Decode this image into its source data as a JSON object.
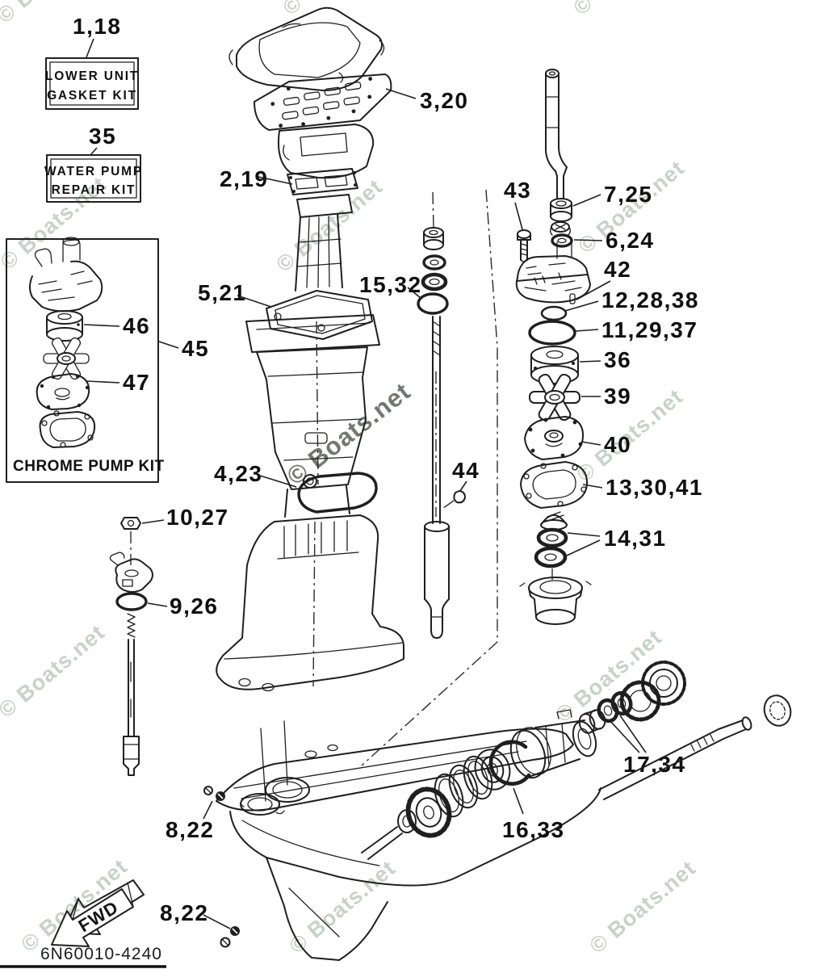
{
  "figure": {
    "drawing_number": "6N60010-4240",
    "watermark_text": "© Boats.net",
    "fwd_label": "FWD"
  },
  "kit_boxes": {
    "lower_unit_gasket_kit": {
      "callout": "1,18",
      "line1": "LOWER UNIT",
      "line2": "GASKET KIT"
    },
    "water_pump_repair_kit": {
      "callout": "35",
      "line1": "WATER PUMP",
      "line2": "REPAIR KIT"
    },
    "chrome_pump_kit": {
      "title": "CHROME PUMP KIT",
      "callout": "45",
      "insert_callout": "46",
      "diaphragm_callout": "47"
    }
  },
  "callouts": {
    "exhaust_gasket": "3,20",
    "manifold_gasket": "2,19",
    "upper_casing_gasket": "5,21",
    "driveshaft_oring": "15,32",
    "pump_bolt": "43",
    "tube_grommet": "7,25",
    "tube_seal": "6,24",
    "dowel_pin": "42",
    "small_oring": "12,28,38",
    "large_oring": "11,29,37",
    "insert_cartridge": "36",
    "impeller": "39",
    "pump_plate": "40",
    "pump_gasket": "13,30,41",
    "woodruff_key": "44",
    "oil_seals": "14,31",
    "mount_seal": "4,23",
    "shift_rod_nut": "10,27",
    "shift_rod_oring": "9,26",
    "prop_shaft_seals": "17,34",
    "carrier_oring": "16,33",
    "drain_plug": "8,22"
  }
}
